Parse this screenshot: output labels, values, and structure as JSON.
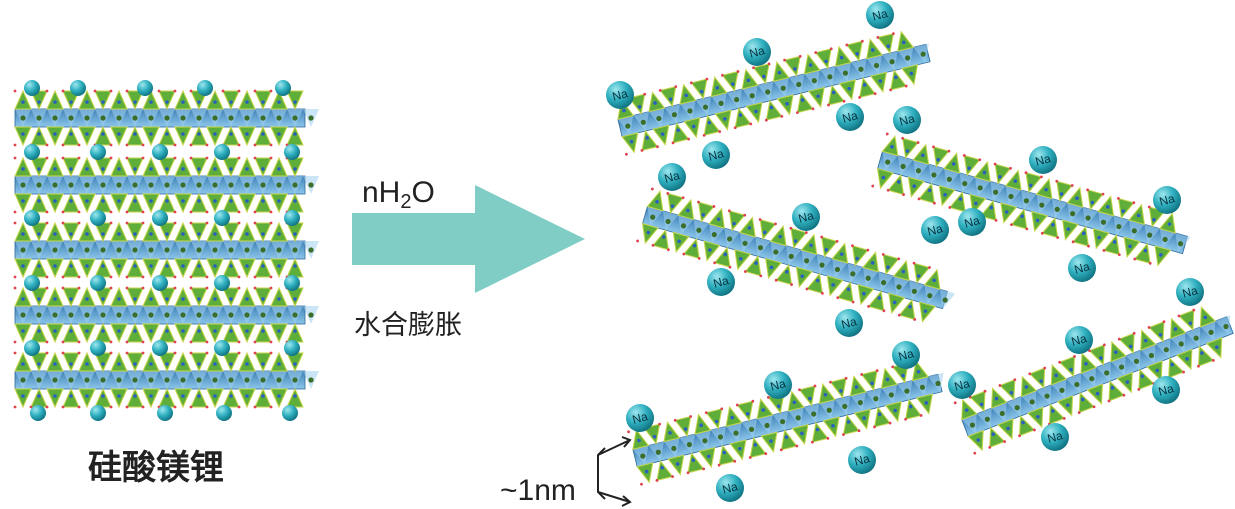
{
  "labels": {
    "material_name": "硅酸镁锂",
    "water_prefix": "nH",
    "water_sub": "2",
    "water_suffix": "O",
    "process": "水合膨胀",
    "thickness": "~1nm"
  },
  "ion_label": "Na",
  "colors": {
    "arrow": "#7fcdc4",
    "octahedral": "#4a8fc4",
    "octahedral_light": "#9fd0ef",
    "tetrahedral": "#5fae3a",
    "tetrahedral_edge": "#c9d64a",
    "ion": "#1c9aaa"
  }
}
